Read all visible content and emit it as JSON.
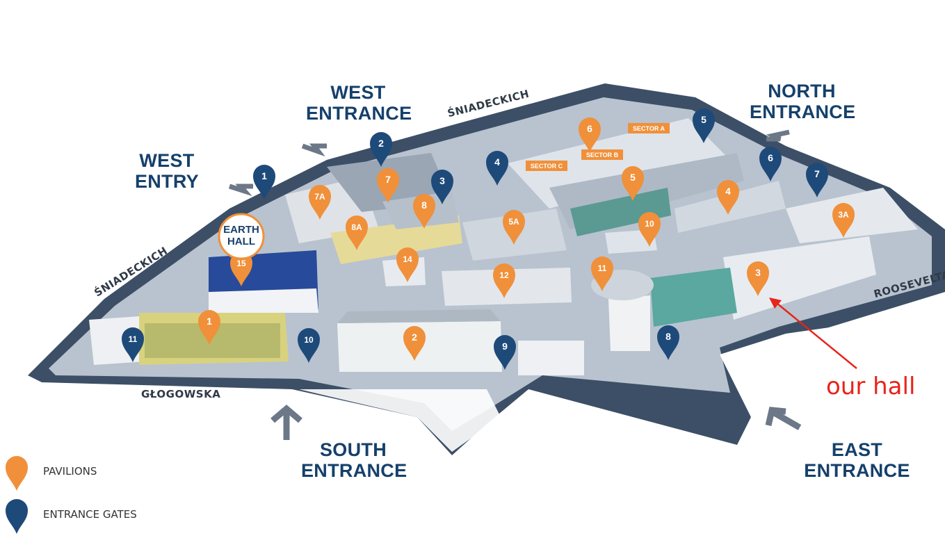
{
  "entrances": {
    "west_entrance": [
      "WEST",
      "ENTRANCE"
    ],
    "west_entry": [
      "WEST",
      "ENTRY"
    ],
    "north_entrance": [
      "NORTH",
      "ENTRANCE"
    ],
    "south_entrance": [
      "SOUTH",
      "ENTRANCE"
    ],
    "east_entrance": [
      "EAST",
      "ENTRANCE"
    ]
  },
  "streets": {
    "sniadeckich_top": "ŚNIADECKICH",
    "sniadeckich_left": "ŚNIADECKICH",
    "glogowska": "GŁOGOWSKA",
    "roosevelta": "ROOSEVELTA"
  },
  "earth_hall": [
    "EARTH",
    "HALL"
  ],
  "sectors": [
    "SECTOR A",
    "SECTOR B",
    "SECTOR C"
  ],
  "pavilions": [
    "1",
    "2",
    "3",
    "3A",
    "4",
    "5",
    "5A",
    "6",
    "7",
    "7A",
    "8",
    "8A",
    "10",
    "11",
    "12",
    "14",
    "15"
  ],
  "gates": [
    "1",
    "2",
    "3",
    "4",
    "5",
    "6",
    "7",
    "8",
    "9",
    "10",
    "11"
  ],
  "legend": {
    "pavilions": "PAVILIONS",
    "gates": "ENTRANCE GATES"
  },
  "annotation": "our hall",
  "colors": {
    "pavilion_pin": "#f0903a",
    "gate_pin": "#1e4a7a",
    "label_text": "#15406b",
    "annotation": "#e8231c",
    "road": "#3c4f66",
    "ground": "#b8c3cf"
  }
}
